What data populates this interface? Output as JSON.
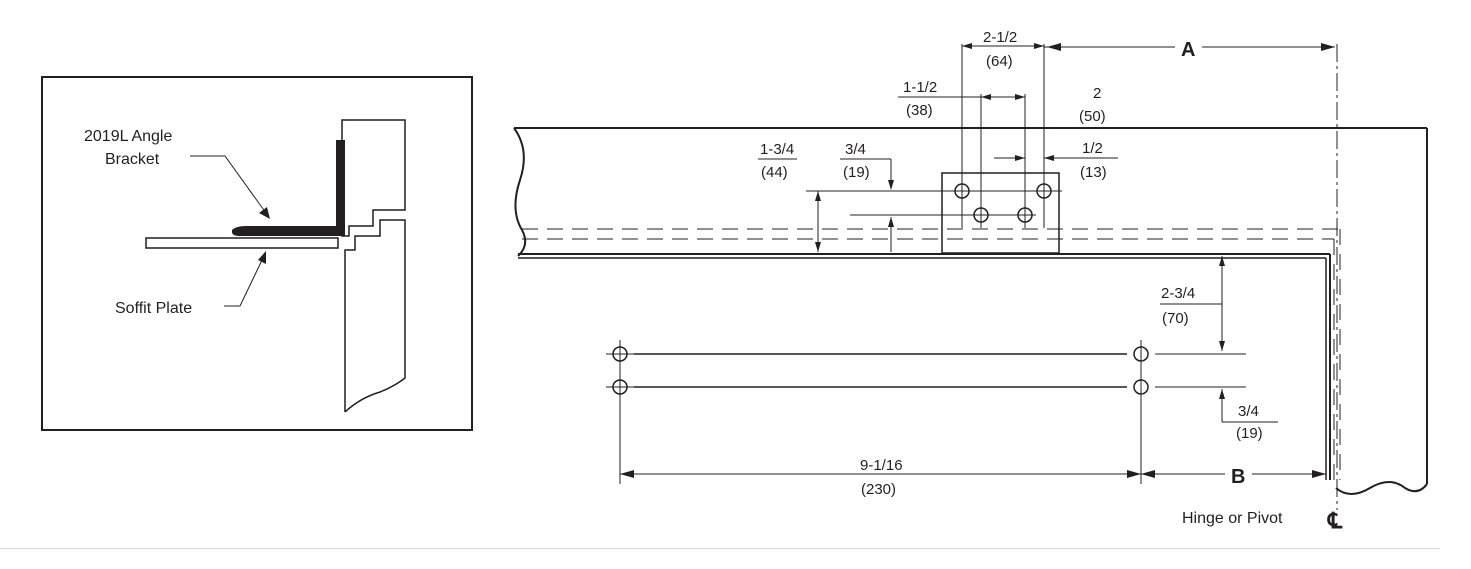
{
  "inset": {
    "bracket_label_line1": "2019L Angle",
    "bracket_label_line2": "Bracket",
    "soffit_label": "Soffit Plate"
  },
  "dimensions": {
    "d_2_1_2": "2-1/2",
    "d_64": "(64)",
    "d_A": "A",
    "d_1_1_2": "1-1/2",
    "d_38": "(38)",
    "d_2": "2",
    "d_50": "(50)",
    "d_1_3_4": "1-3/4",
    "d_44": "(44)",
    "d_3_4_top": "3/4",
    "d_19_top": "(19)",
    "d_1_2": "1/2",
    "d_13": "(13)",
    "d_2_3_4": "2-3/4",
    "d_70": "(70)",
    "d_3_4_bottom": "3/4",
    "d_19_bottom": "(19)",
    "d_9_1_16": "9-1/16",
    "d_230": "(230)",
    "d_B": "B"
  },
  "centerline": {
    "label": "Hinge or Pivot",
    "symbol": "℄"
  }
}
